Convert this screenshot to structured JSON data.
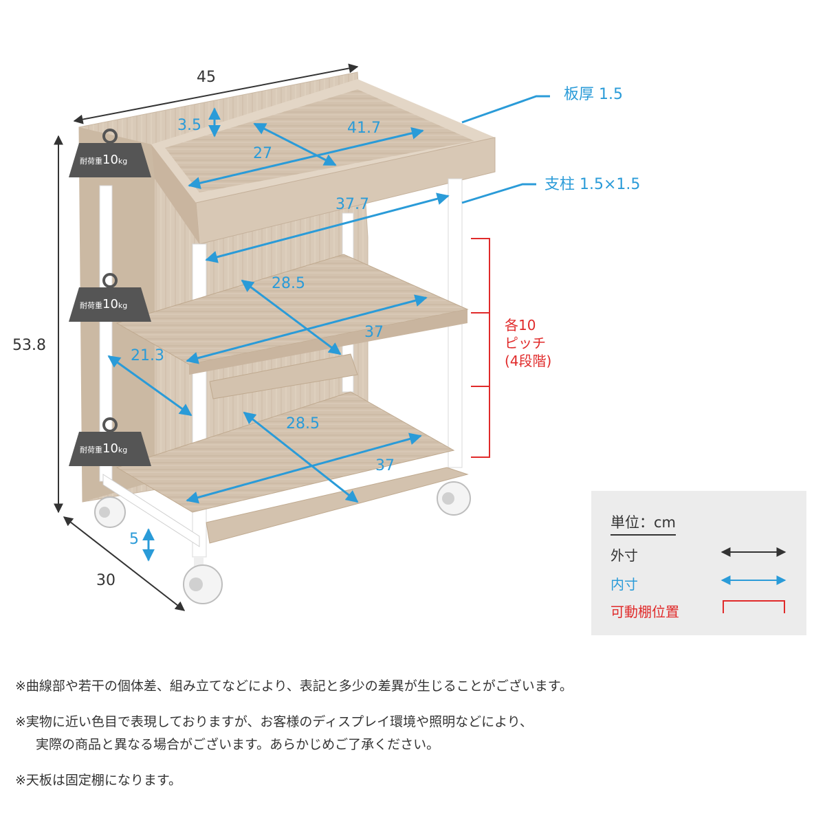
{
  "units": {
    "label": "単位：cm"
  },
  "dimensions": {
    "outer": {
      "width": "45",
      "height": "53.8",
      "depth": "30"
    },
    "inner": {
      "tray_height": "3.5",
      "tray_width": "41.7",
      "tray_depth": "27",
      "under_tray_width": "37.7",
      "shelf1_depth": "28.5",
      "shelf1_width": "37",
      "side_depth": "21.3",
      "shelf2_depth": "28.5",
      "shelf2_width": "37",
      "caster_clearance": "5"
    }
  },
  "annotations": {
    "board_thickness": "板厚 1.5",
    "post_size": "支柱 1.5×1.5"
  },
  "adjustable": {
    "line1": "各10",
    "line2": "ピッチ",
    "line3": "(4段階)"
  },
  "load_badges": [
    {
      "prefix": "耐荷重",
      "value": "10",
      "unit": "kg"
    },
    {
      "prefix": "耐荷重",
      "value": "10",
      "unit": "kg"
    },
    {
      "prefix": "耐荷重",
      "value": "10",
      "unit": "kg"
    }
  ],
  "legend": {
    "outer_label": "外寸",
    "inner_label": "内寸",
    "adjustable_label": "可動棚位置"
  },
  "notes": {
    "note1": "※曲線部や若干の個体差、組み立てなどにより、表記と多少の差異が生じることがございます。",
    "note2_line1": "※実物に近い色目で表現しておりますが、お客様のディスプレイ環境や照明などにより、",
    "note2_line2": "実際の商品と異なる場合がございます。あらかじめご了承ください。",
    "note3": "※天板は固定棚になります。"
  },
  "colors": {
    "outer": "#333333",
    "inner": "#2a9bd8",
    "adjustable": "#e02a2a",
    "wood": "#d6c6b3",
    "frame": "#ffffff",
    "legend_bg": "#ececec"
  }
}
